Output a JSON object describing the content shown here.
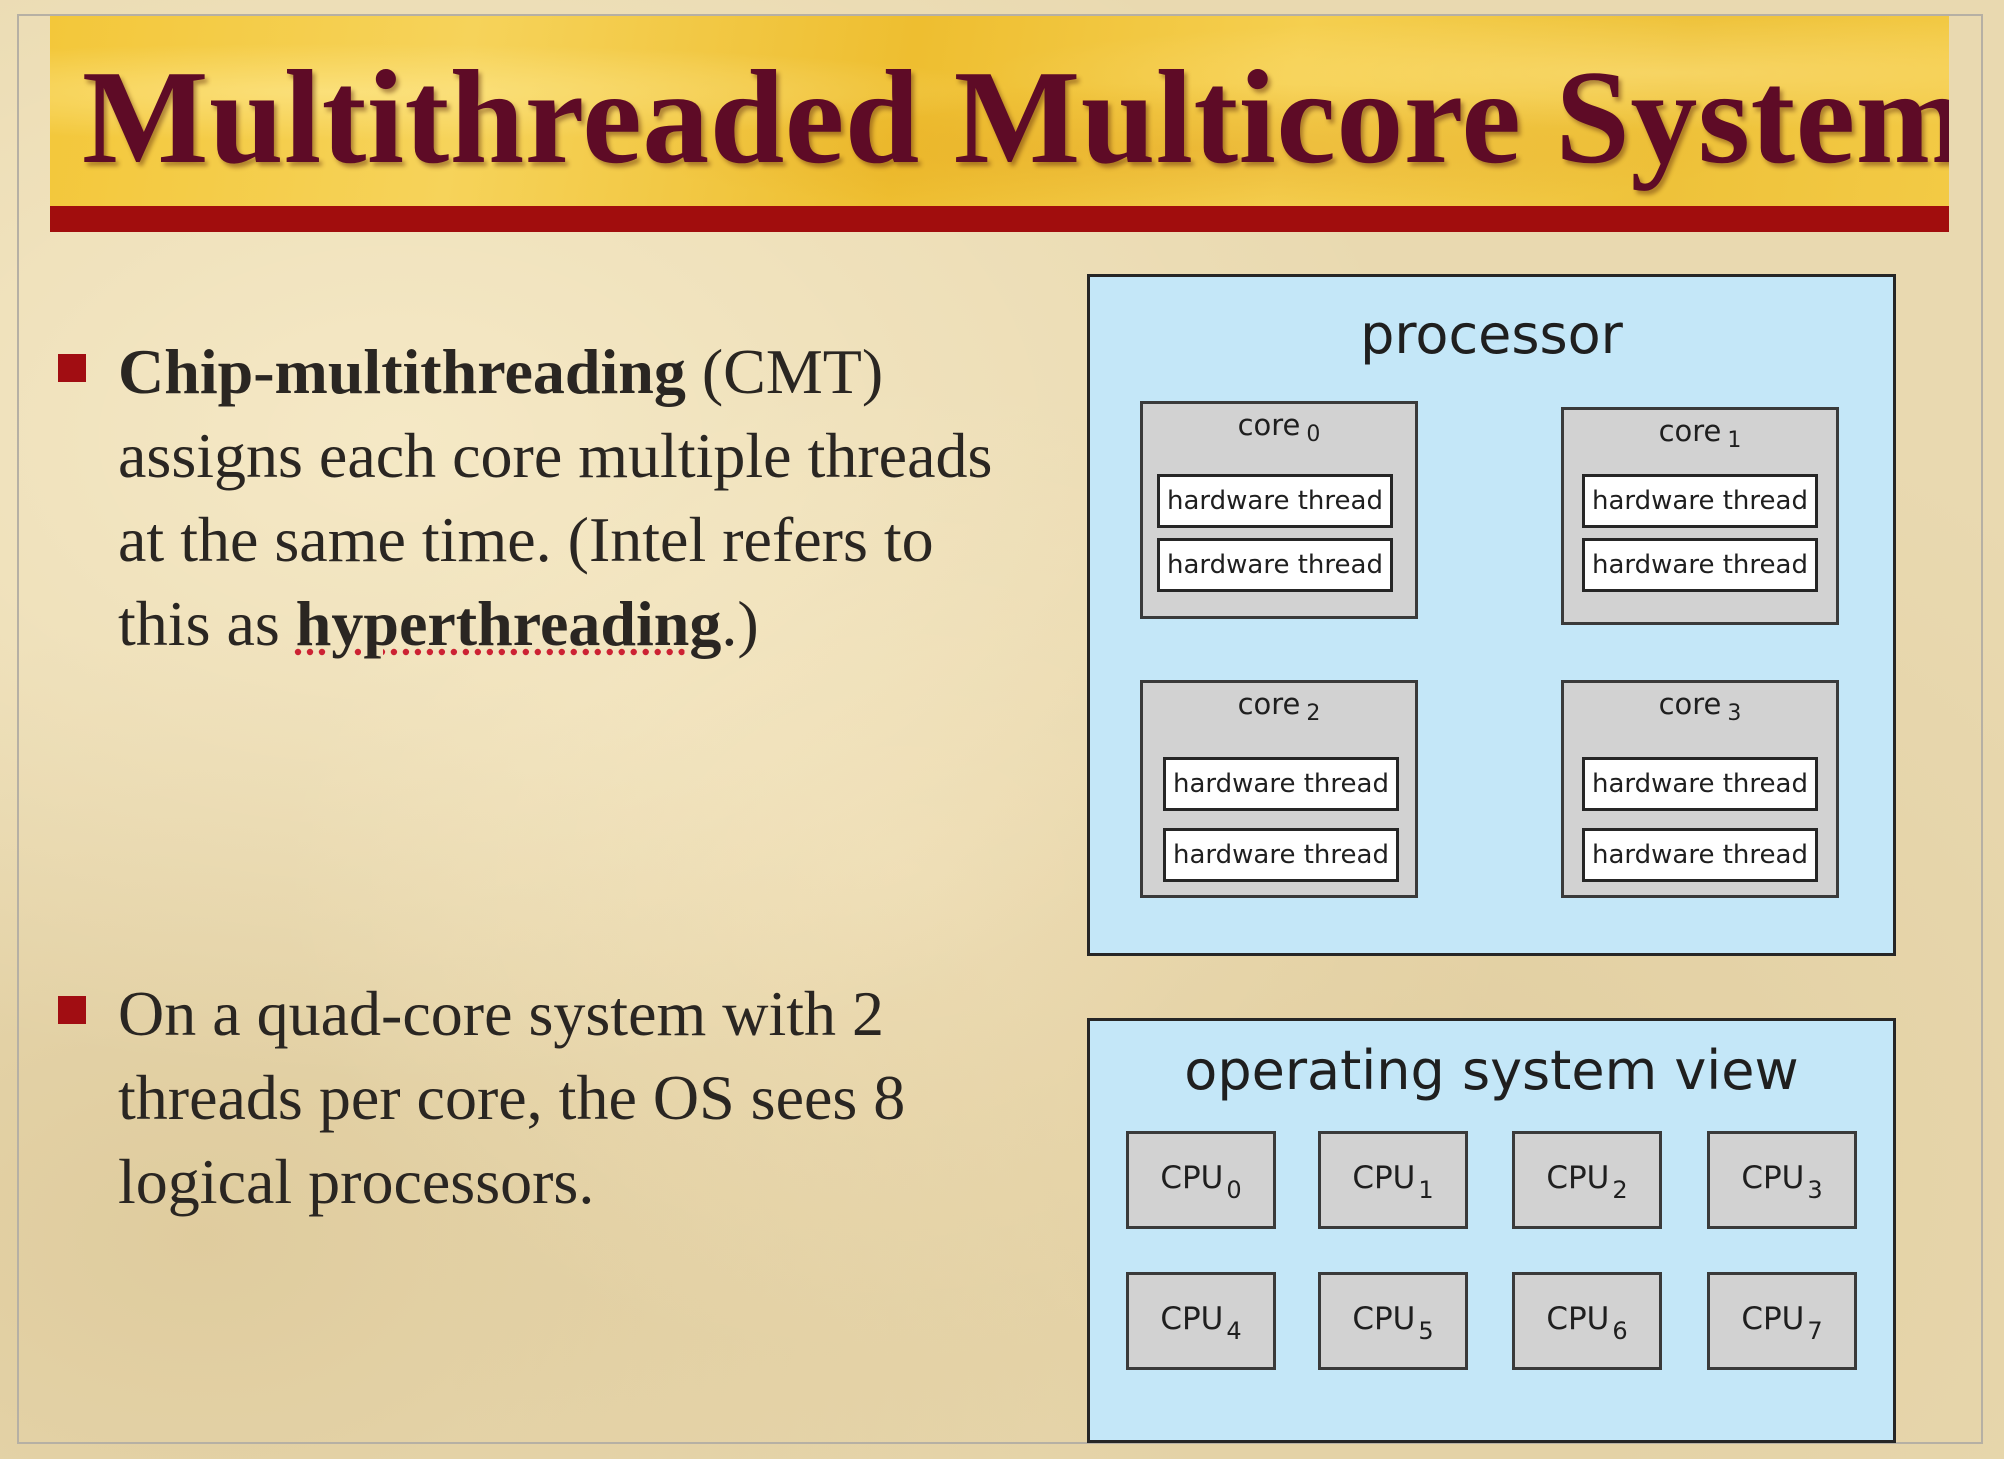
{
  "slide": {
    "title": "Multithreaded Multicore System"
  },
  "bullets": [
    {
      "bold_lead": "Chip-multithreading",
      "text_1": " (CMT) assigns each core multiple threads at the same time. (Intel refers to this as ",
      "bold_term": "hyperthreading",
      "text_2": ".)"
    },
    {
      "text": "On a quad-core system with 2 threads per core, the OS sees 8 logical processors."
    }
  ],
  "diagram": {
    "processor_label": "processor",
    "cores": [
      {
        "name": "core",
        "index": "0",
        "threads": [
          "hardware thread",
          "hardware thread"
        ]
      },
      {
        "name": "core",
        "index": "1",
        "threads": [
          "hardware thread",
          "hardware thread"
        ]
      },
      {
        "name": "core",
        "index": "2",
        "threads": [
          "hardware thread",
          "hardware thread"
        ]
      },
      {
        "name": "core",
        "index": "3",
        "threads": [
          "hardware thread",
          "hardware thread"
        ]
      }
    ],
    "os_view_label": "operating system view",
    "cpus": [
      {
        "name": "CPU",
        "index": "0"
      },
      {
        "name": "CPU",
        "index": "1"
      },
      {
        "name": "CPU",
        "index": "2"
      },
      {
        "name": "CPU",
        "index": "3"
      },
      {
        "name": "CPU",
        "index": "4"
      },
      {
        "name": "CPU",
        "index": "5"
      },
      {
        "name": "CPU",
        "index": "6"
      },
      {
        "name": "CPU",
        "index": "7"
      }
    ]
  },
  "colors": {
    "title": "#5e0b26",
    "banner": "#f3c73a",
    "rule": "#a10d0d",
    "panel": "#c4e7f8",
    "box": "#d2d2d2"
  }
}
